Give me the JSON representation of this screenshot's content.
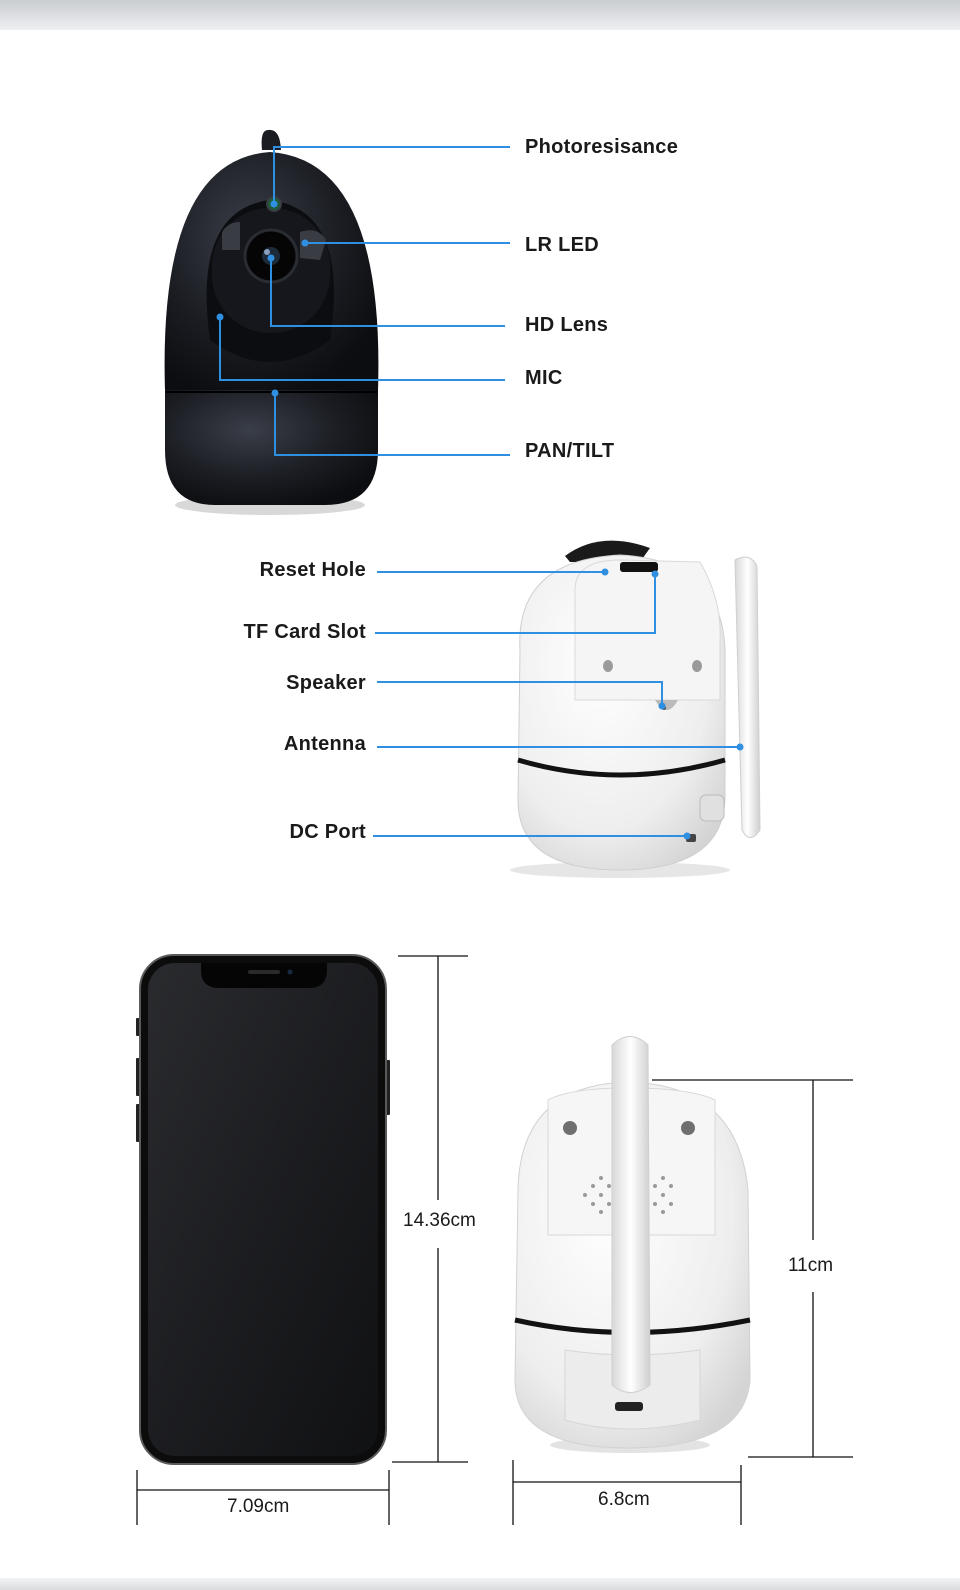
{
  "colors": {
    "callout_line": "#2f8fe0",
    "camera_black": "#1a1c22",
    "camera_white": "#f3f3f3",
    "dimension_line": "#111111"
  },
  "front_view": {
    "callouts": [
      "Photoresisance",
      "LR LED",
      "HD Lens",
      "MIC",
      "PAN/TILT"
    ]
  },
  "back_view": {
    "callouts": [
      "Reset Hole",
      "TF Card Slot",
      "Speaker",
      "Antenna",
      "DC Port"
    ]
  },
  "size_comparison": {
    "phone_height": "14.36cm",
    "phone_width": "7.09cm",
    "camera_height": "11cm",
    "camera_width": "6.8cm"
  }
}
